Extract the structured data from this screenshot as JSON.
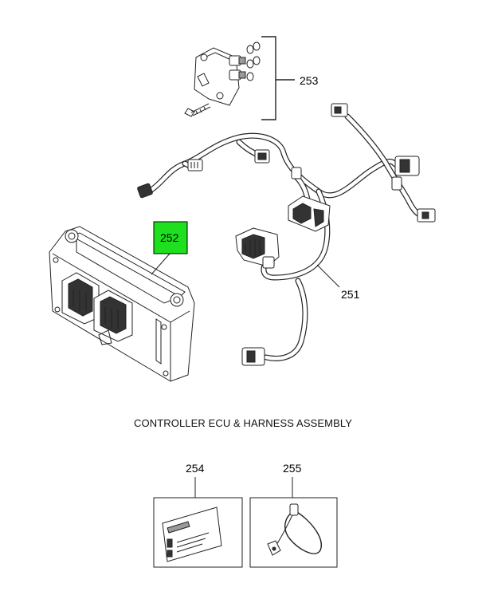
{
  "diagram": {
    "caption": "CONTROLLER ECU & HARNESS ASSEMBLY",
    "highlight_color": "#1ee01e",
    "parts": {
      "p253": "253",
      "p252": "252",
      "p251": "251",
      "p254": "254",
      "p255": "255"
    }
  }
}
